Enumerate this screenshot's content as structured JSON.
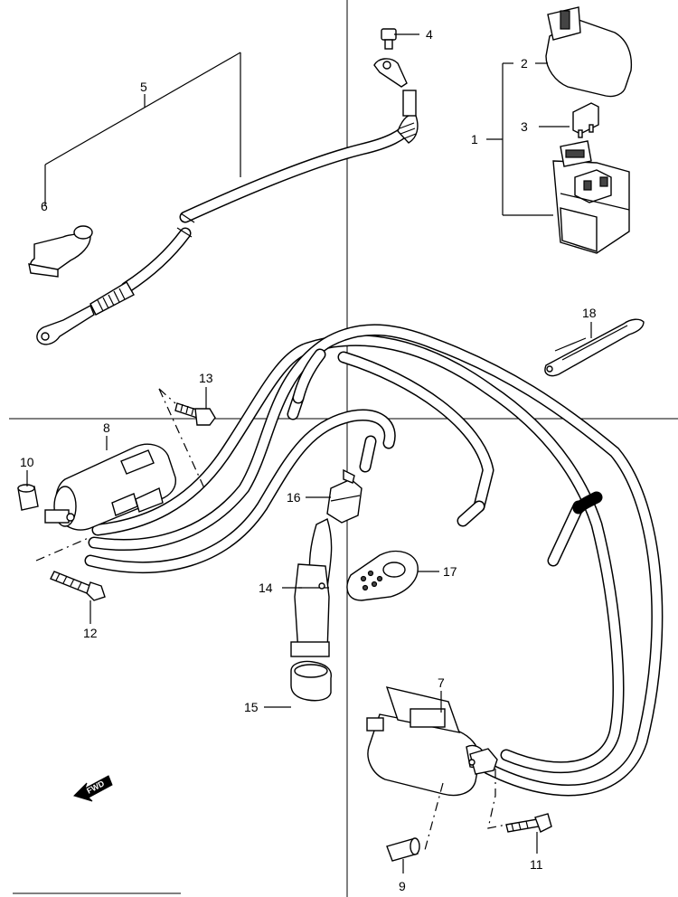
{
  "callouts": {
    "c1": "1",
    "c2": "2",
    "c3": "3",
    "c4": "4",
    "c5": "5",
    "c6": "6",
    "c7": "7",
    "c8": "8",
    "c9": "9",
    "c10": "10",
    "c11": "11",
    "c12": "12",
    "c13": "13",
    "c14": "14",
    "c15": "15",
    "c16": "16",
    "c17": "17",
    "c18": "18"
  },
  "fwd_label": "FWD"
}
